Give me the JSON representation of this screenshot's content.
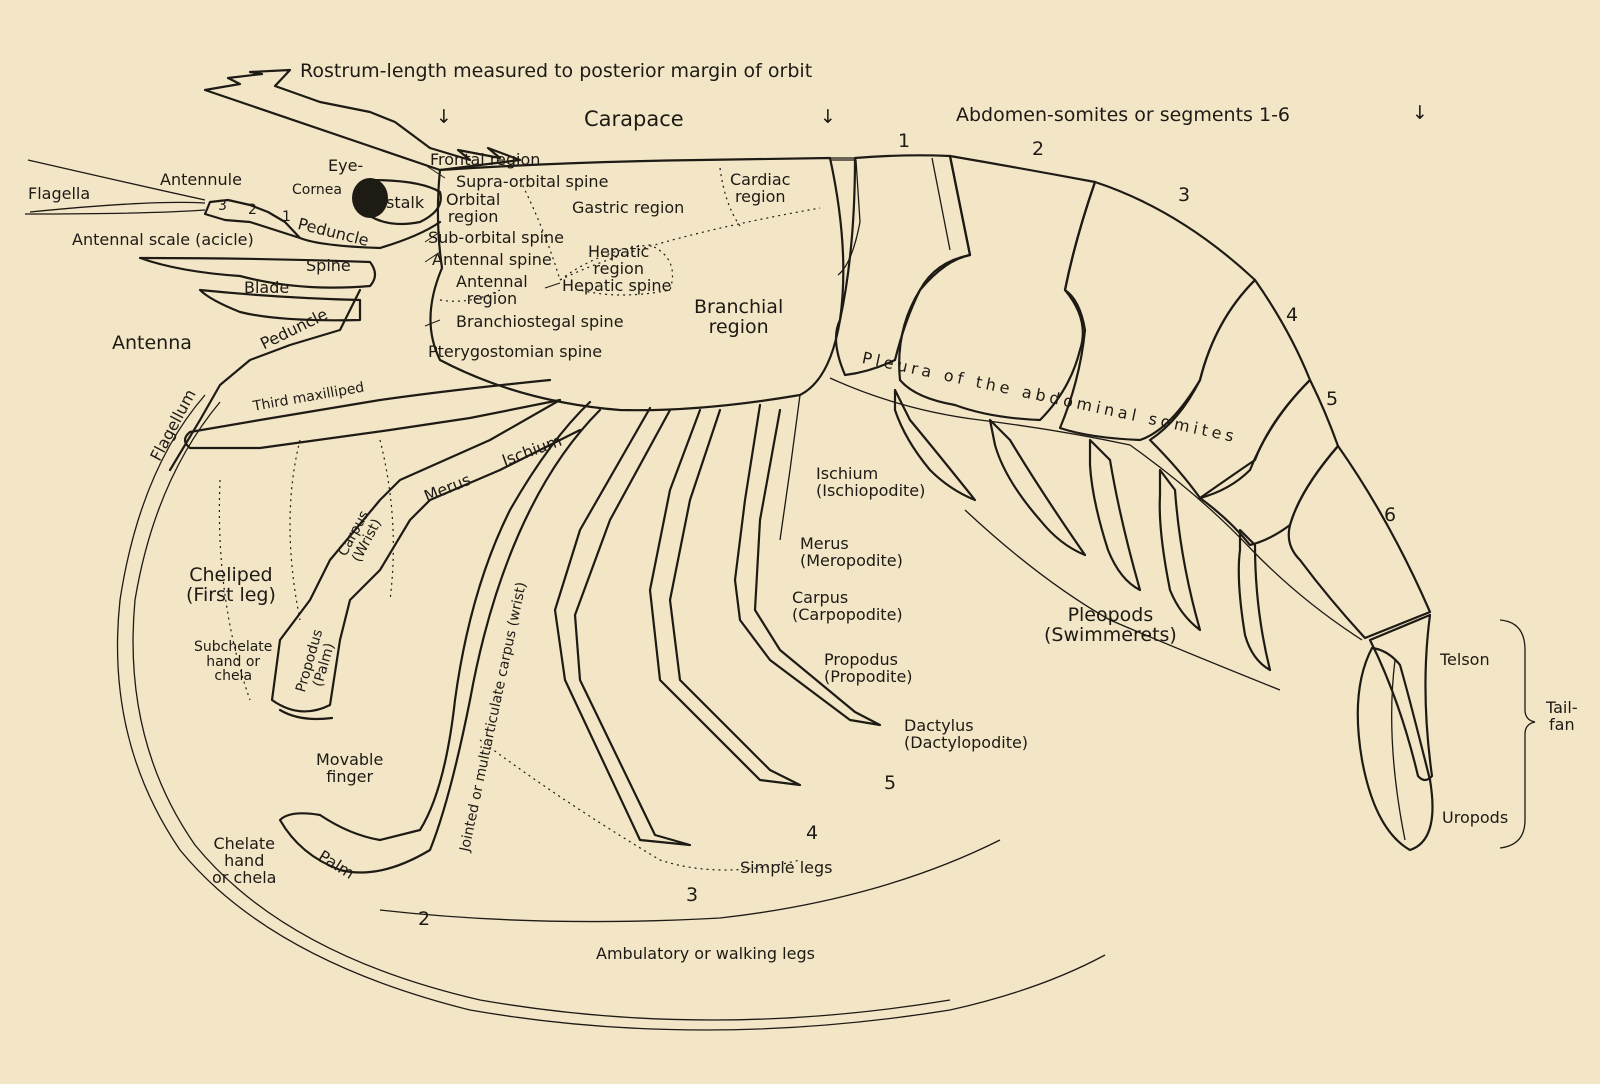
{
  "labels": {
    "rostrum": "Rostrum-length measured to posterior margin of orbit",
    "carapace": "Carapace",
    "abdomen": "Abdomen-somites or segments 1-6",
    "arrow": "↓",
    "seg1": "1",
    "seg2": "2",
    "seg3": "3",
    "seg4": "4",
    "seg5": "5",
    "seg6": "6",
    "frontal_region": "Frontal region",
    "eye": "Eye-",
    "cornea": "Cornea",
    "stalk": "stalk",
    "supra_orbital_spine": "Supra-orbital spine",
    "orbital_region": "Orbital\nregion",
    "gastric_region": "Gastric region",
    "cardiac_region": "Cardiac\nregion",
    "antennule": "Antennule",
    "flagella": "Flagella",
    "peduncle_num_3": "3",
    "peduncle_num_2": "2",
    "peduncle_num_1": "1",
    "peduncle_top": "Peduncle",
    "antennal_scale": "Antennal scale (acicle)",
    "sub_orbital_spine": "Sub-orbital spine",
    "antennal_spine": "Antennal spine",
    "hepatic_region": "Hepatic\nregion",
    "antennal_region": "Antennal\nregion",
    "hepatic_spine": "Hepatic spine",
    "spine": "Spine",
    "blade": "Blade",
    "branchiostegal_spine": "Branchiostegal spine",
    "branchial_region": "Branchial\nregion",
    "antenna": "Antenna",
    "peduncle_antenna": "Peduncle",
    "pterygostomian_spine": "Pterygostomian spine",
    "pleura": "Pleura of the abdominal somites",
    "third_maxilliped": "Third maxilliped",
    "flagellum": "Flagellum",
    "ischium_leg": "Ischium",
    "merus_leg": "Merus",
    "ischium": "Ischium\n(Ischiopodite)",
    "carpus_wrist": "Carpus\n(Wrist)",
    "merus": "Merus\n(Meropodite)",
    "cheliped": "Cheliped\n(First leg)",
    "carpus": "Carpus\n(Carpopodite)",
    "pleopods": "Pleopods\n(Swimmerets)",
    "subchelate": "Subchelate\nhand or\nchela",
    "propodus_palm": "Propodus\n(Palm)",
    "jointed_carpus": "Jointed or multiarticulate carpus (wrist)",
    "propodus": "Propodus\n(Propodite)",
    "telson": "Telson",
    "tail_fan": "Tail-\nfan",
    "dactylus": "Dactylus\n(Dactylopodite)",
    "movable_finger": "Movable\nfinger",
    "leg5": "5",
    "leg4": "4",
    "chelate": "Chelate\nhand\nor chela",
    "palm": "Palm",
    "simple_legs": "Simple legs",
    "leg3": "3",
    "leg2": "2",
    "uropods": "Uropods",
    "ambulatory": "Ambulatory or walking legs"
  }
}
